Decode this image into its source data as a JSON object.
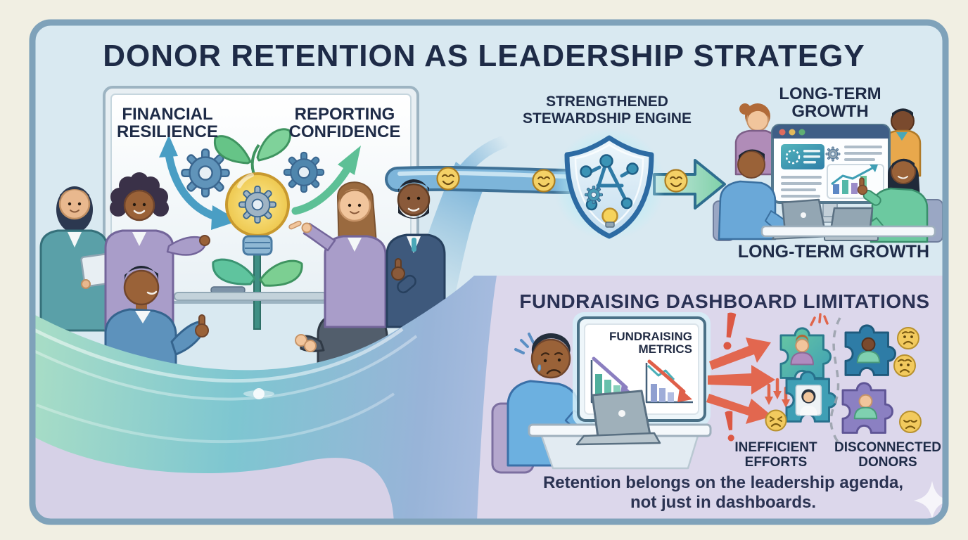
{
  "title": "DONOR RETENTION AS LEADERSHIP STRATEGY",
  "whiteboard": {
    "label_left": "FINANCIAL\nRESILIENCE",
    "label_right": "REPORTING\nCONFIDENCE"
  },
  "engine": {
    "title": "STRENGTHENED\nSTEWARDSHIP ENGINE"
  },
  "growth": {
    "title": "LONG-TERM\nGROWTH",
    "caption": "LONG-TERM GROWTH"
  },
  "limitations": {
    "title": "FUNDRAISING DASHBOARD LIMITATIONS",
    "monitor_title": "FUNDRAISING\nMETRICS",
    "label_inefficient": "INEFFICIENT\nEFFORTS",
    "label_disconnected": "DISCONNECTED\nDONORS"
  },
  "footer": {
    "message": "Retention belongs on the leadership agenda,\nnot just in dashboards."
  },
  "colors": {
    "background": "#f1efe3",
    "panel": "#d9e9f1",
    "panel_border": "#7fa2ba",
    "navy": "#1e2b47",
    "lavender": "#dcd7eb",
    "swoosh_green": "#a8ddc6",
    "swoosh_teal": "#7ec6d1",
    "pipe_blue": "#7db5da",
    "shield_blue": "#2d6ba3",
    "growth_green": "#7fd0a8",
    "alert_red": "#dc5844",
    "smiley_yellow": "#f4d166"
  },
  "icons": [
    "gear-icon",
    "lightbulb-icon",
    "leaf-icon",
    "curved-arrow-icon",
    "shield-icon",
    "network-icon",
    "smiley-icon",
    "growth-arrow-icon",
    "browser-dots-icon",
    "donut-chart-icon",
    "bar-chart-icon",
    "trend-arrow-icon",
    "laptop-icon",
    "monitor-icon",
    "declining-chart-icon",
    "alert-arrow-icon",
    "exclamation-icon",
    "down-arrows-icon",
    "angry-face-icon",
    "sad-face-icon",
    "puzzle-piece-icon",
    "dashed-divider",
    "sparkle-icon"
  ]
}
